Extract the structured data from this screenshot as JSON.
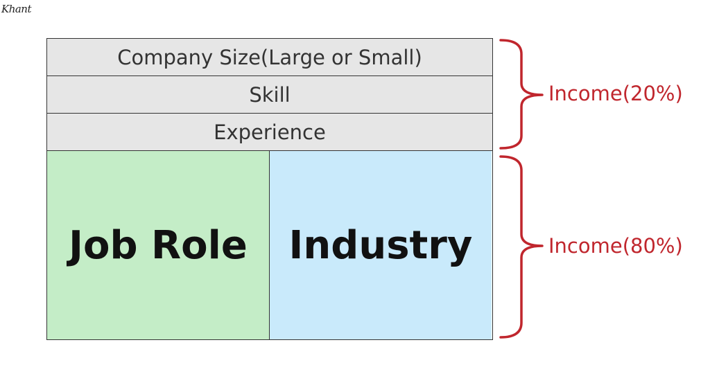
{
  "signature": "Khant",
  "rows": [
    {
      "label": "Company Size(Large or Small)"
    },
    {
      "label": "Skill"
    },
    {
      "label": "Experience"
    }
  ],
  "cells": {
    "left": "Job Role",
    "right": "Industry"
  },
  "braces": [
    {
      "label": "Income(20%)"
    },
    {
      "label": "Income(80%)"
    }
  ],
  "colors": {
    "header_row": "#e6e6e6",
    "job_role": "#c4edc7",
    "industry": "#c9eafb",
    "brace": "#c0262d",
    "border": "#333333"
  }
}
